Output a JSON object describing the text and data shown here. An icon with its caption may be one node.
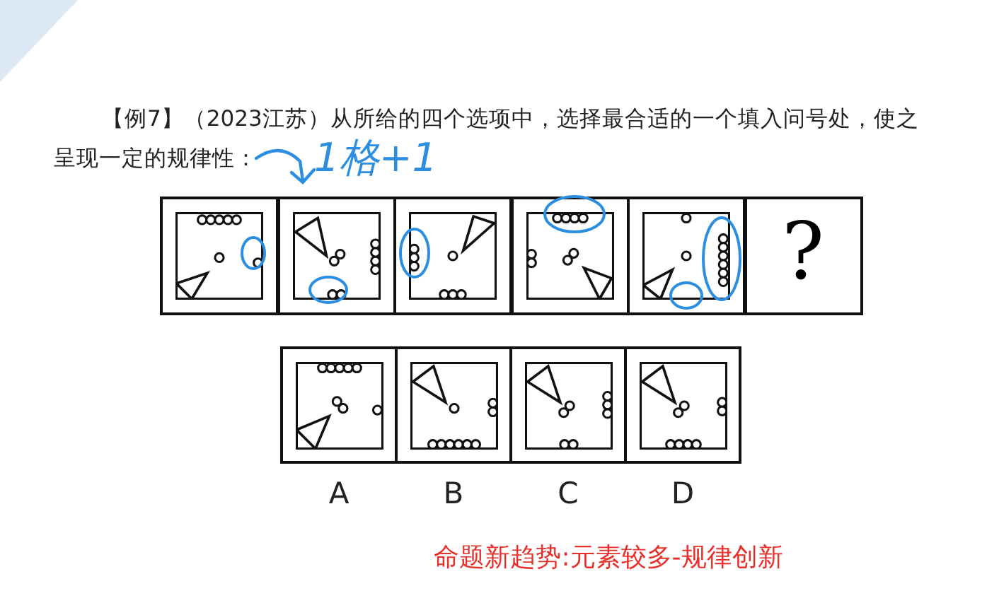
{
  "diagram": {
    "nodes": [
      {
        "text": [],
        "shape": "box"
      },
      {
        "text": [],
        "shape": "box"
      },
      {
        "text": [],
        "shape": "box"
      },
      {
        "text": [],
        "shape": "box"
      },
      {
        "text": [],
        "shape": "box"
      },
      {
        "text": [
          "?"
        ]
      },
      {
        "text": [],
        "shape": "box",
        "beside": [
          "A"
        ]
      },
      {
        "text": [],
        "shape": "box",
        "beside": [
          "B"
        ]
      },
      {
        "text": [],
        "shape": "box",
        "beside": [
          "C"
        ]
      },
      {
        "text": [],
        "shape": "box",
        "beside": [
          "D"
        ]
      }
    ],
    "labels": [
      "【例7】（2023江苏）从所给的四个选项中，选择最合适的一个填入问号处，使之呈现一定的规律性：",
      "1格+1",
      "命题新趋势:元素较多-规律创新"
    ]
  }
}
